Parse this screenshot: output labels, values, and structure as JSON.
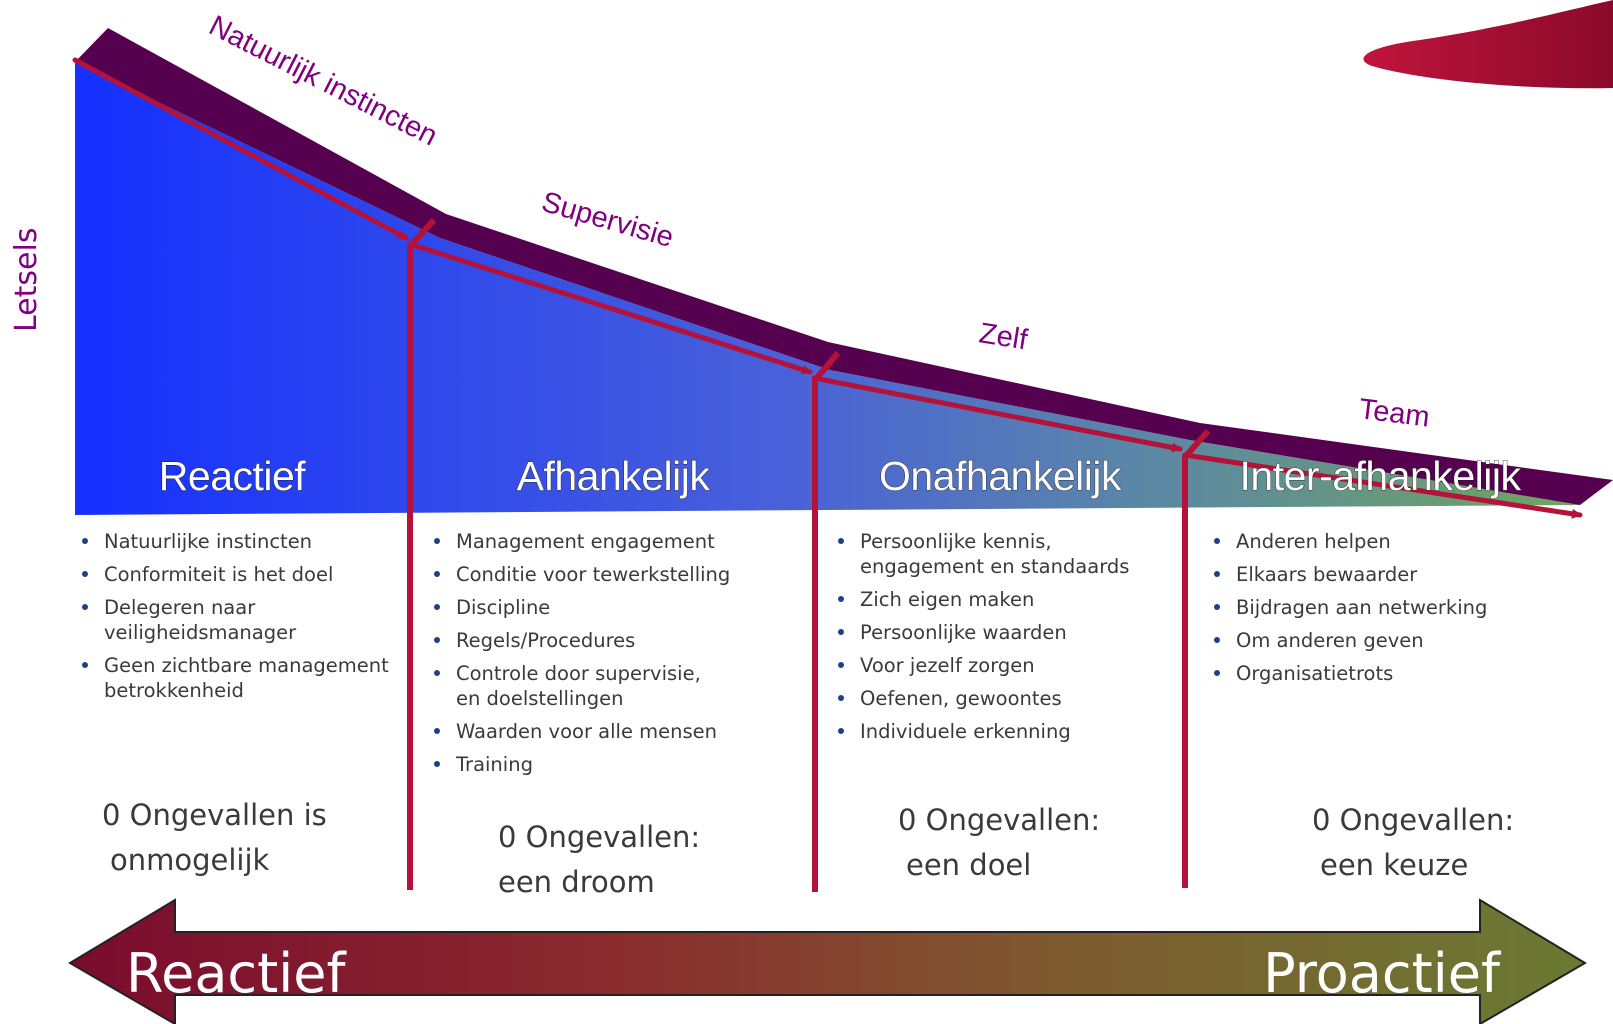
{
  "axis": {
    "y_label": "Letsels"
  },
  "curve_labels": [
    "Natuurlijk instincten",
    "Supervisie",
    "Zelf",
    "Team"
  ],
  "phases": [
    {
      "title": "Reactief",
      "bullets": [
        "Natuurlijke instincten",
        "Conformiteit is het doel",
        "Delegeren naar veiligheidsmanager",
        "Geen zichtbare management betrokkenheid"
      ],
      "goal": [
        "0 Ongevallen is",
        "onmogelijk"
      ]
    },
    {
      "title": "Afhankelijk",
      "bullets": [
        "Management engagement",
        "Conditie voor tewerkstelling",
        "Discipline",
        "Regels/Procedures",
        "Controle door supervisie, en doelstellingen",
        "Waarden voor alle mensen",
        "Training"
      ],
      "goal": [
        "0 Ongevallen:",
        "een droom"
      ]
    },
    {
      "title": "Onafhankelijk",
      "bullets": [
        "Persoonlijke kennis, engagement en standaards",
        "Zich eigen maken",
        "Persoonlijke waarden",
        "Voor jezelf zorgen",
        "Oefenen, gewoontes",
        "Individuele erkenning"
      ],
      "goal": [
        "0 Ongevallen:",
        "een doel"
      ]
    },
    {
      "title": "Inter-afhankelijk",
      "bullets": [
        "Anderen helpen",
        "Elkaars bewaarder",
        "Bijdragen aan netwerking",
        "Om anderen geven",
        "Organisatietrots"
      ],
      "goal": [
        "0 Ongevallen:",
        "een keuze"
      ]
    }
  ],
  "bottom_arrow": {
    "left_label": "Reactief",
    "right_label": "Proactief"
  },
  "colors": {
    "band": "#560050",
    "arrow_red": "#b5123a",
    "area_left": "#1530ff",
    "area_right": "#6fa65e",
    "arrow_left": "#7a0c2e",
    "arrow_right": "#6a7a32",
    "curve_label": "#800080"
  }
}
